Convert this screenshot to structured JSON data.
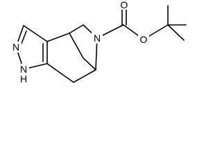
{
  "molecule": {
    "atom_labels": {
      "n_ring_left": "N",
      "n_ring_nh": "N",
      "nh_hydrogen": "H",
      "n_bridge": "N",
      "o_carbonyl": "O",
      "o_ester": "O"
    }
  }
}
